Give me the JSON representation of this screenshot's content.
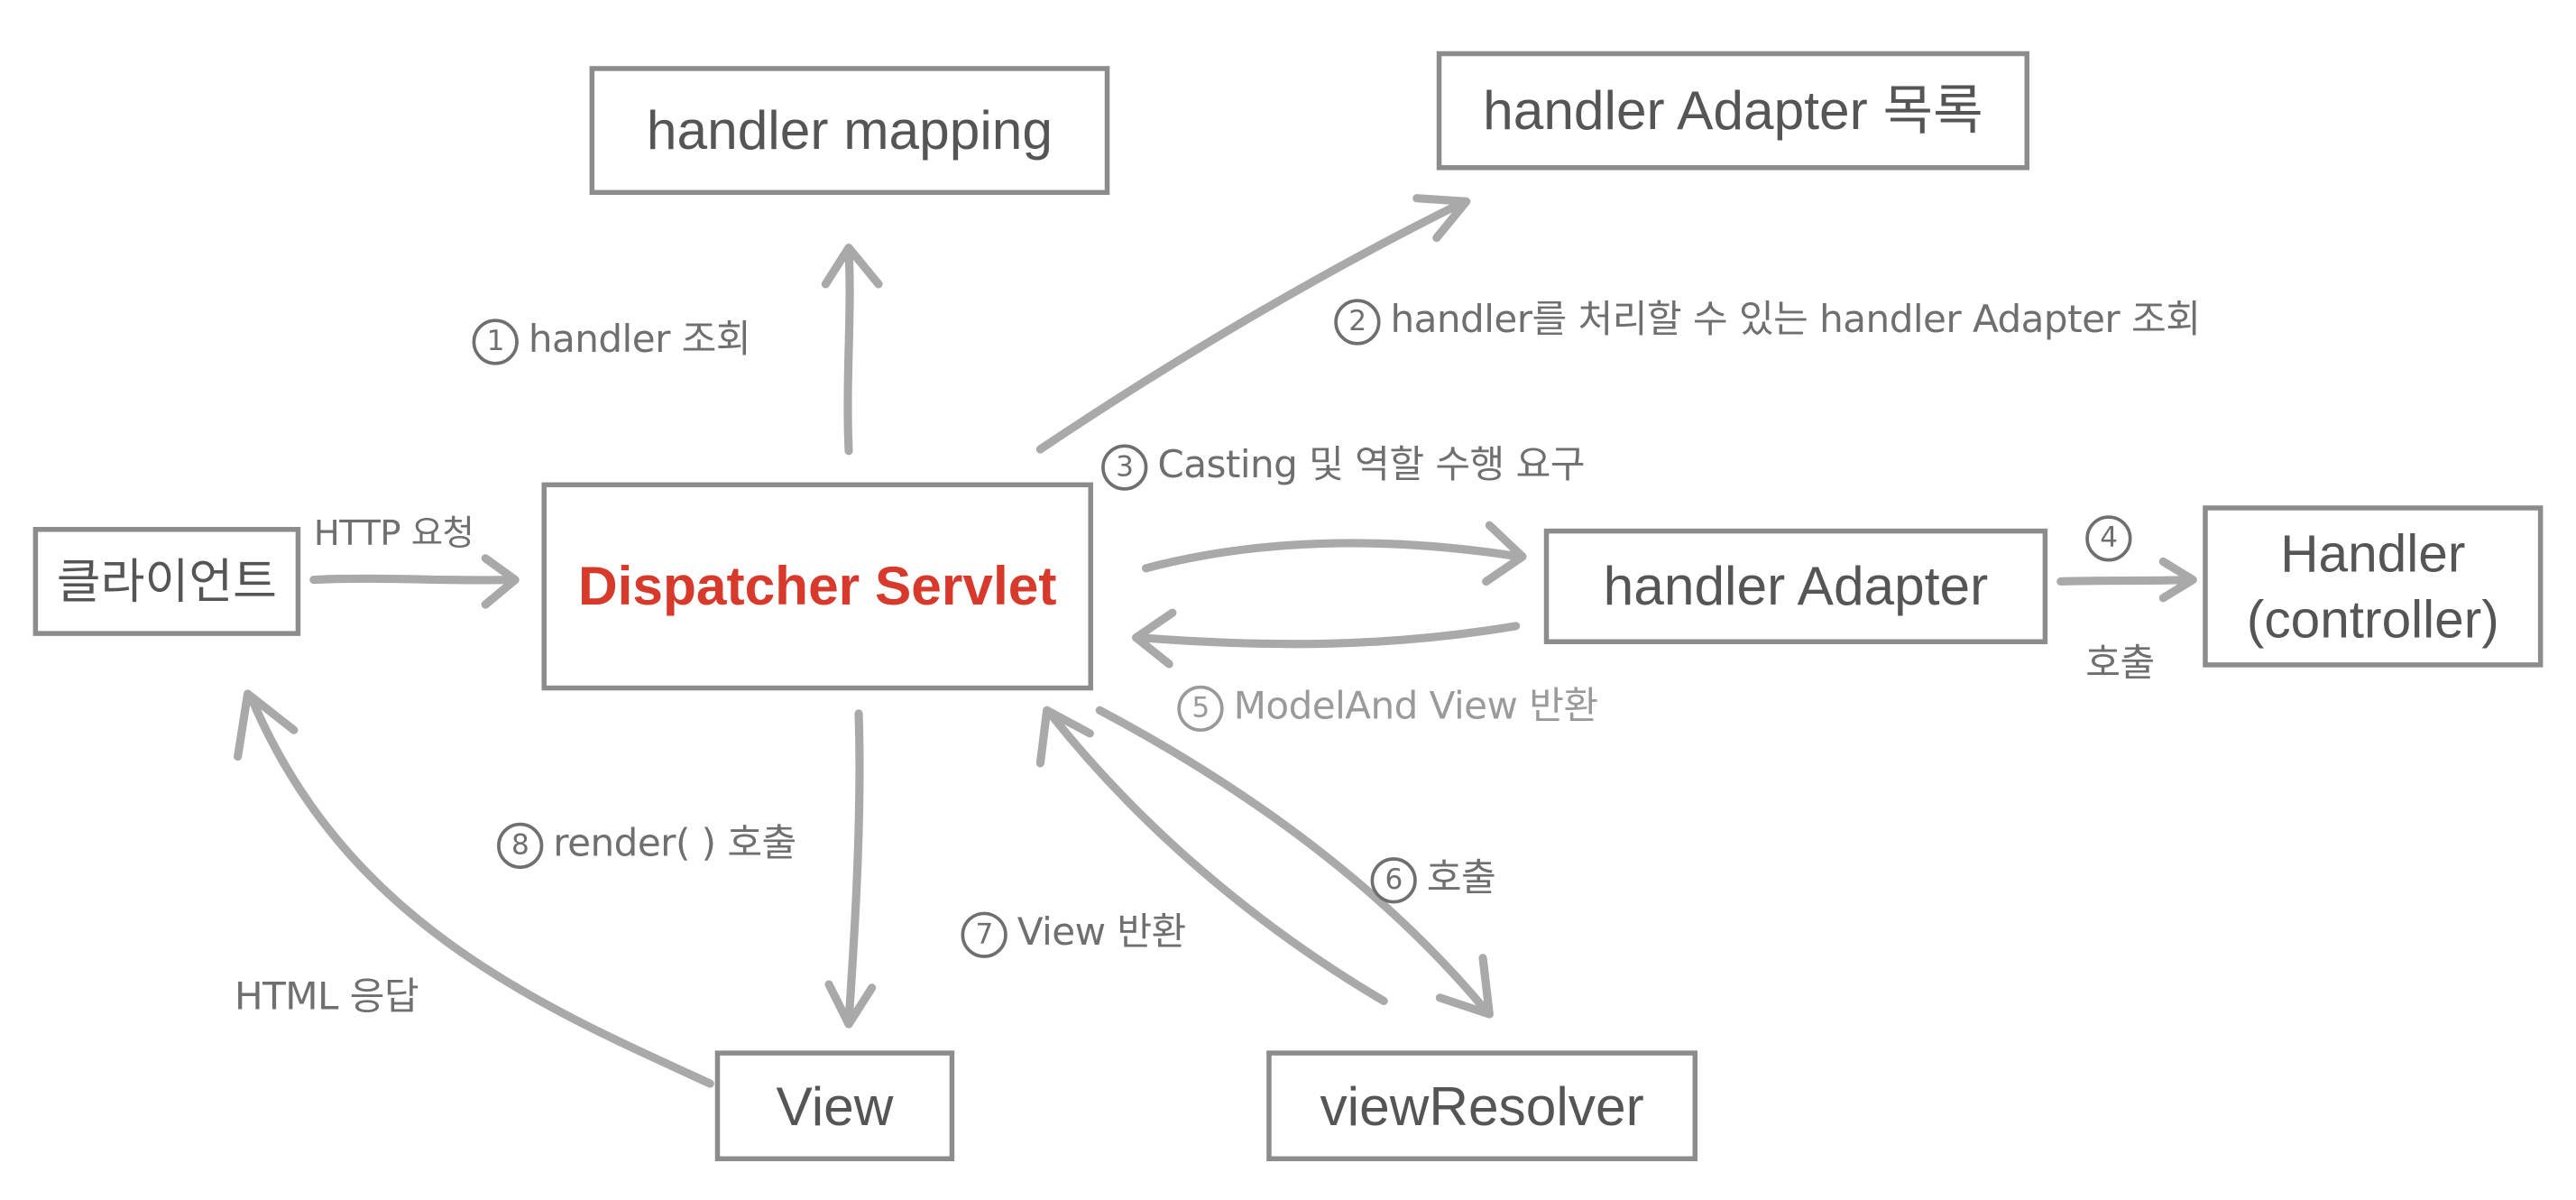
{
  "boxes": {
    "client": "클라이언트",
    "dispatcher": "Dispatcher Servlet",
    "handler_mapping": "handler mapping",
    "adapter_list": "handler Adapter 목록",
    "handler_adapter": "handler Adapter",
    "handler": "Handler\n(controller)",
    "view": "View",
    "view_resolver": "viewResolver"
  },
  "steps": {
    "http_request": {
      "text": "HTTP 요청"
    },
    "step1": {
      "num": "1",
      "text": "handler 조회"
    },
    "step2": {
      "num": "2",
      "text": "handler를 처리할 수 있는 handler Adapter 조회"
    },
    "step3": {
      "num": "3",
      "text": "Casting 및 역할 수행 요구"
    },
    "step4": {
      "num": "4",
      "text": "호출"
    },
    "step5": {
      "num": "5",
      "text": "ModelAnd View 반환"
    },
    "step6": {
      "num": "6",
      "text": "호출"
    },
    "step7": {
      "num": "7",
      "text": "View 반환"
    },
    "step8": {
      "num": "8",
      "text": "render( ) 호출"
    },
    "html_response": {
      "text": "HTML 응답"
    }
  },
  "colors": {
    "accent": "#d7392b",
    "box_border": "#8c8c8c",
    "arrow": "#a9a9a9",
    "text": "#555555"
  }
}
